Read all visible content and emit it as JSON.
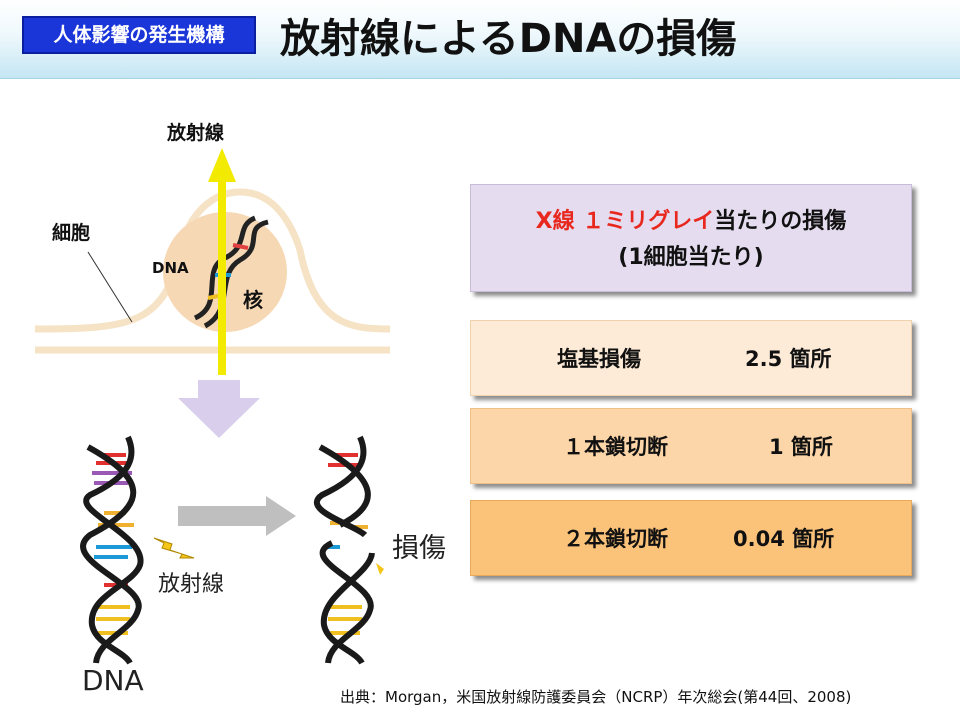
{
  "header": {
    "tag": "人体影響の発生機構",
    "title": "放射線によるDNAの損傷"
  },
  "diagram": {
    "radiation_label": "放射線",
    "cell_label": "細胞",
    "dna_label": "DNA",
    "nucleus_label": "核",
    "bottom_radiation_label": "放射線",
    "bottom_dna_label": "DNA",
    "damage_label": "損傷"
  },
  "info": {
    "title_line1_red": "X線 １ミリグレイ",
    "title_line1_black": "当たりの損傷",
    "title_line2": "(1細胞当たり)",
    "rows": [
      {
        "label": "塩基損傷",
        "value": "2.5 箇所"
      },
      {
        "label": "１本鎖切断",
        "value": "1 箇所"
      },
      {
        "label": "２本鎖切断",
        "value": "0.04 箇所"
      }
    ]
  },
  "source": "出典：Morgan，米国放射線防護委員会（NCRP）年次総会(第44回、2008)",
  "colors": {
    "tag_bg": "#1a35d8",
    "title_red": "#e8281e",
    "info_box": "#e5dcef",
    "row1": "#fdebd7",
    "row2": "#fcd6a8",
    "row3": "#fbc27a",
    "arrow_yellow": "#f2ea00"
  }
}
